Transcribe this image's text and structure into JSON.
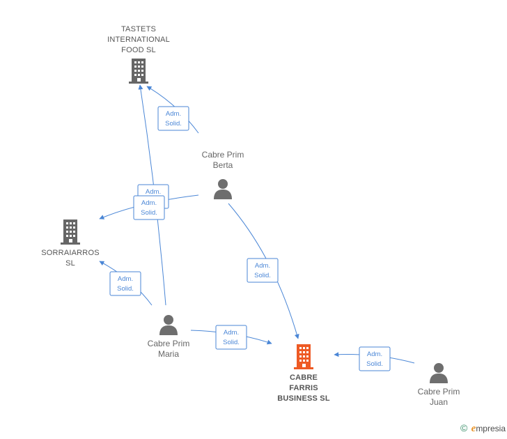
{
  "colors": {
    "edge": "#4a86d6",
    "company": "#666666",
    "focus_company": "#ee5a24",
    "person": "#6e6e6e"
  },
  "nodes": {
    "tastets": {
      "lines": [
        "TASTETS",
        "INTERNATIONAL",
        "FOOD  SL"
      ],
      "icon": "building-icon"
    },
    "sorraiarros": {
      "lines": [
        "SORRAIARROS",
        "SL"
      ],
      "icon": "building-icon"
    },
    "cabre_farris": {
      "lines": [
        "CABRE",
        "FARRIS",
        "BUSINESS  SL"
      ],
      "icon": "building-icon"
    },
    "berta": {
      "lines": [
        "Cabre Prim",
        "Berta"
      ],
      "icon": "person-icon"
    },
    "maria": {
      "lines": [
        "Cabre Prim",
        "Maria"
      ],
      "icon": "person-icon"
    },
    "juan": {
      "lines": [
        "Cabre Prim",
        "Juan"
      ],
      "icon": "person-icon"
    }
  },
  "edges": [
    {
      "from": "berta",
      "to": "tastets",
      "label": [
        "Adm.",
        "Solid."
      ]
    },
    {
      "from": "maria",
      "to": "tastets",
      "label": [
        "Adm.",
        "Solid."
      ]
    },
    {
      "from": "berta",
      "to": "sorraiarros",
      "label": [
        "Adm.",
        "Solid."
      ]
    },
    {
      "from": "maria",
      "to": "sorraiarros",
      "label": [
        "Adm.",
        "Solid."
      ]
    },
    {
      "from": "berta",
      "to": "cabre_farris",
      "label": [
        "Adm.",
        "Solid."
      ]
    },
    {
      "from": "maria",
      "to": "cabre_farris",
      "label": [
        "Adm.",
        "Solid."
      ]
    },
    {
      "from": "juan",
      "to": "cabre_farris",
      "label": [
        "Adm.",
        "Solid."
      ]
    }
  ],
  "brand": {
    "copyright": "©",
    "initial": "e",
    "name": "mpresia"
  }
}
